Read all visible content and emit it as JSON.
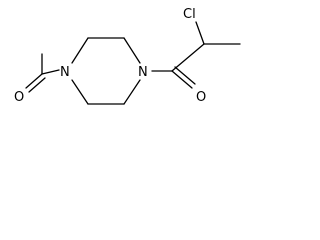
{
  "molecule": {
    "atoms": {
      "n_left": "N",
      "n_right": "N",
      "o_left": "O",
      "o_right": "O",
      "cl": "Cl"
    },
    "colors": {
      "bond": "#000000",
      "label": "#000000",
      "background": "#ffffff"
    }
  }
}
